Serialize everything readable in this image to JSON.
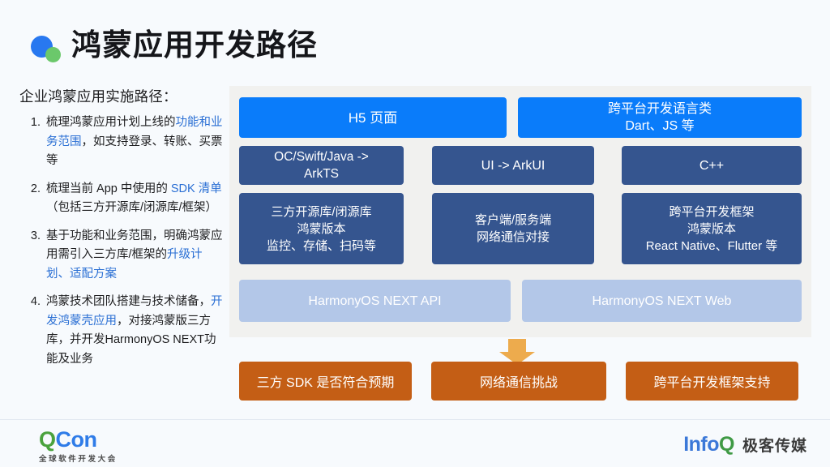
{
  "header": {
    "title": "鸿蒙应用开发路径",
    "logo_icon": "blue-green-dots-logo"
  },
  "left": {
    "heading": "企业鸿蒙应用实施路径：",
    "steps": [
      {
        "number": "1.",
        "parts": [
          {
            "text": "梳理鸿蒙应用计划上线的",
            "highlight": false
          },
          {
            "text": "功能和业务范围",
            "highlight": true
          },
          {
            "text": "，如支持登录、转账、买票等",
            "highlight": false
          }
        ]
      },
      {
        "number": "2.",
        "parts": [
          {
            "text": "梳理当前 App 中使用的 ",
            "highlight": false
          },
          {
            "text": "SDK 清单",
            "highlight": true
          },
          {
            "text": "（包括三方开源库/闭源库/框架）",
            "highlight": false
          }
        ]
      },
      {
        "number": "3.",
        "parts": [
          {
            "text": "基于功能和业务范围，明确鸿蒙应用需引入三方库/框架的",
            "highlight": false
          },
          {
            "text": "升级计划、适配方案",
            "highlight": true
          }
        ]
      },
      {
        "number": "4.",
        "parts": [
          {
            "text": "鸿蒙技术团队搭建与技术储备，",
            "highlight": false
          },
          {
            "text": "开发鸿蒙壳应用",
            "highlight": true
          },
          {
            "text": "，对接鸿蒙版三方库，并开发HarmonyOS NEXT功能及业务",
            "highlight": false
          }
        ]
      }
    ]
  },
  "diagram": {
    "row1": [
      {
        "label": "H5 页面",
        "style": "bright"
      },
      {
        "label": "跨平台开发语言类\nDart、JS 等",
        "style": "bright"
      }
    ],
    "row2": [
      {
        "label": "OC/Swift/Java ->\nArkTS",
        "style": "navy"
      },
      {
        "label": "UI -> ArkUI",
        "style": "navy"
      },
      {
        "label": "C++",
        "style": "navy"
      }
    ],
    "row3": [
      {
        "label": "三方开源库/闭源库\n鸿蒙版本\n监控、存储、扫码等",
        "style": "navy"
      },
      {
        "label": "客户端/服务端\n网络通信对接",
        "style": "navy"
      },
      {
        "label": "跨平台开发框架\n鸿蒙版本\nReact Native、Flutter 等",
        "style": "navy"
      }
    ],
    "row4": [
      {
        "label": "HarmonyOS NEXT API",
        "style": "light"
      },
      {
        "label": "HarmonyOS NEXT Web",
        "style": "light"
      }
    ],
    "arrow_icon": "down-arrow-icon",
    "bottom": [
      {
        "label": "三方 SDK 是否符合预期"
      },
      {
        "label": "网络通信挑战"
      },
      {
        "label": "跨平台开发框架支持"
      }
    ]
  },
  "footer": {
    "qcon": {
      "q": "Q",
      "con": "Con",
      "subtitle": "全球软件开发大会"
    },
    "infoq": {
      "info": "Info",
      "q": "Q",
      "cn": "极客传媒"
    }
  },
  "colors": {
    "page_bg": "#f7fafd",
    "panel_bg": "#f1f1ef",
    "bright_blue": "#0a7cfa",
    "navy_blue": "#35558f",
    "light_blue": "#b3c7e8",
    "orange": "#c45e15",
    "arrow_amber": "#edab4d",
    "link_blue": "#2a6fd4"
  }
}
